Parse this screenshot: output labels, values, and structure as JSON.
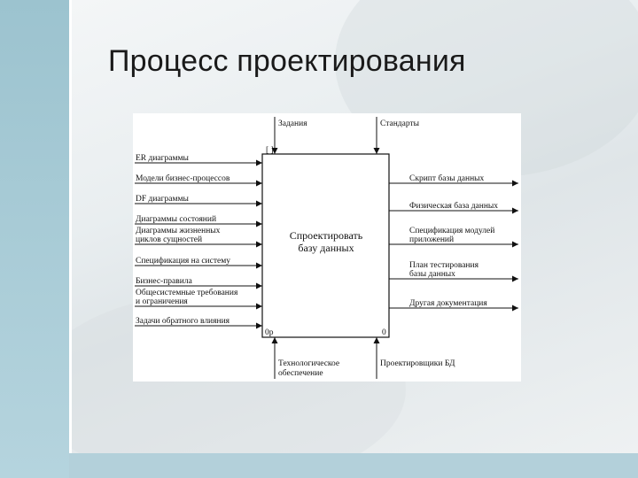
{
  "slide": {
    "title": "Процесс проектирования"
  },
  "diagram": {
    "box": {
      "label_line1": "Спроектировать",
      "label_line2": "базу данных",
      "bottom_left_code": "0р",
      "bottom_right_code": "0",
      "top_left_mark": "[ ]"
    },
    "controls": [
      "Задания",
      "Стандарты"
    ],
    "inputs": [
      [
        "ER диаграммы"
      ],
      [
        "Модели бизнес-процессов"
      ],
      [
        "DF диаграммы"
      ],
      [
        "Диаграммы состояний"
      ],
      [
        "Диаграммы жизненных",
        "циклов сущностей"
      ],
      [
        "Спецификация на систему"
      ],
      [
        "Бизнес-правила"
      ],
      [
        "Общесистемные требования",
        "и ограничения"
      ],
      [
        "Задачи обратного влияния"
      ]
    ],
    "outputs": [
      [
        "Скрипт базы данных"
      ],
      [
        "Физическая база данных"
      ],
      [
        "Спецификация модулей",
        "приложений"
      ],
      [
        "План тестирования",
        "базы данных"
      ],
      [
        "Другая документация"
      ]
    ],
    "mechanisms": [
      [
        "Технологическое",
        "обеспечение"
      ],
      [
        "Проектировщики БД"
      ]
    ]
  }
}
